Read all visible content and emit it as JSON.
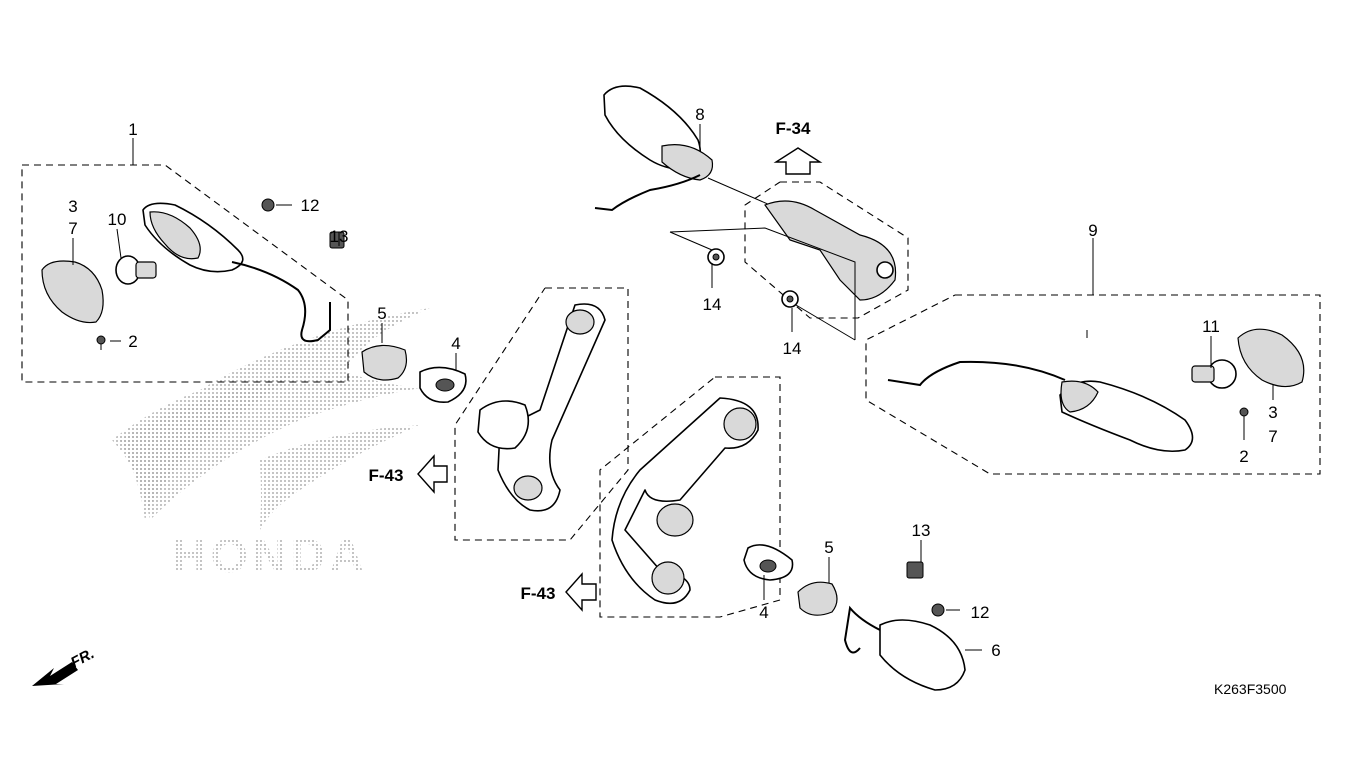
{
  "callouts": {
    "c1": "1",
    "c2a": "2",
    "c2b": "2",
    "c3a": "3",
    "c3b": "3",
    "c4a": "4",
    "c4b": "4",
    "c5a": "5",
    "c5b": "5",
    "c6": "6",
    "c7a": "7",
    "c7b": "7",
    "c8": "8",
    "c9": "9",
    "c10": "10",
    "c11": "11",
    "c12a": "12",
    "c12b": "12",
    "c13a": "13",
    "c13b": "13",
    "c14a": "14",
    "c14b": "14"
  },
  "refs": {
    "f34": "F-34",
    "f43a": "F-43",
    "f43b": "F-43"
  },
  "front_label": "FR.",
  "drawing_code": "K263F3500",
  "watermark": "HONDA"
}
